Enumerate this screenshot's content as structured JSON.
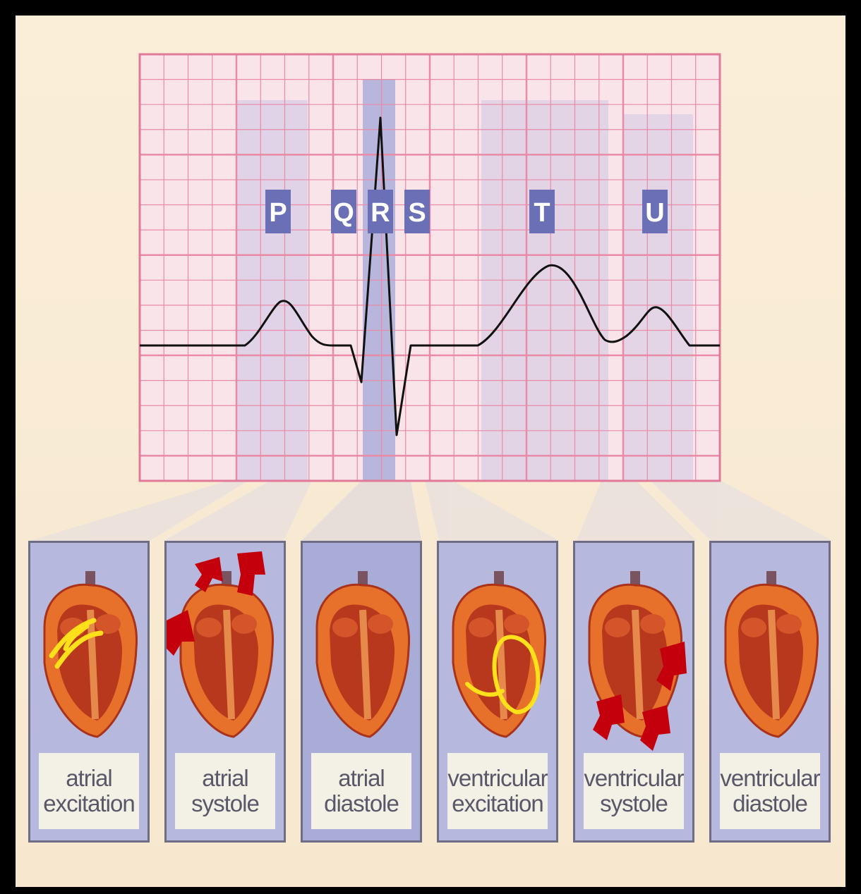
{
  "wave_labels": [
    "P",
    "Q",
    "R",
    "S",
    "T",
    "U"
  ],
  "phases": [
    {
      "line1": "atrial",
      "line2": "excitation",
      "marker": "excitation-atrial"
    },
    {
      "line1": "atrial",
      "line2": "systole",
      "marker": "arrows-atrial"
    },
    {
      "line1": "atrial",
      "line2": "diastole",
      "marker": "none"
    },
    {
      "line1": "ventricular",
      "line2": "excitation",
      "marker": "excitation-ventricular"
    },
    {
      "line1": "ventricular",
      "line2": "systole",
      "marker": "arrows-ventricular"
    },
    {
      "line1": "ventricular",
      "line2": "diastole",
      "marker": "none"
    }
  ],
  "colors": {
    "grid_line": "#e98aa6",
    "grid_bg": "#f9e4ea",
    "trace": "#111111",
    "label_box": "#6b70b6",
    "panel_bg": "#b6b8dd",
    "heart_outer": "#e7712b",
    "heart_inner": "#b8381d",
    "arrow": "#c4000c",
    "excitation": "#ffe01a"
  }
}
